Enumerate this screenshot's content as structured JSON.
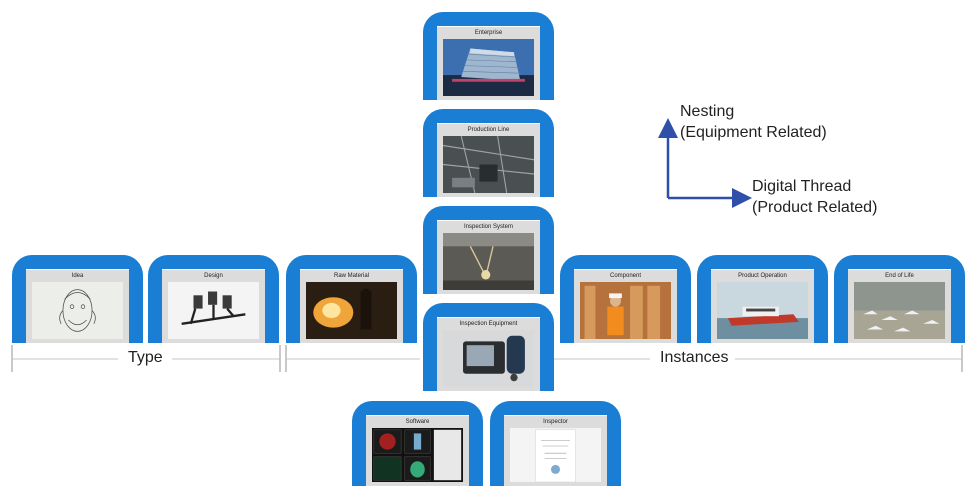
{
  "cards": {
    "enterprise": "Enterprise",
    "production_line": "Production Line",
    "inspection_system": "Inspection System",
    "inspection_equipment": "Inspection Equipment",
    "idea": "Idea",
    "design": "Design",
    "raw_material": "Raw Material",
    "component": "Component",
    "product_operation": "Product Operation",
    "end_of_life": "End of Life",
    "software": "Software",
    "inspector": "Inspector"
  },
  "legend": {
    "nesting_line1": "Nesting",
    "nesting_line2": "(Equipment Related)",
    "thread_line1": "Digital Thread",
    "thread_line2": "(Product Related)"
  },
  "sections": {
    "type": "Type",
    "instances": "Instances"
  },
  "colors": {
    "card_blue": "#1a7fd4",
    "card_inner": "#dcdcdc",
    "arrow": "#2f4fa8",
    "timeline": "#b7b7b7"
  }
}
